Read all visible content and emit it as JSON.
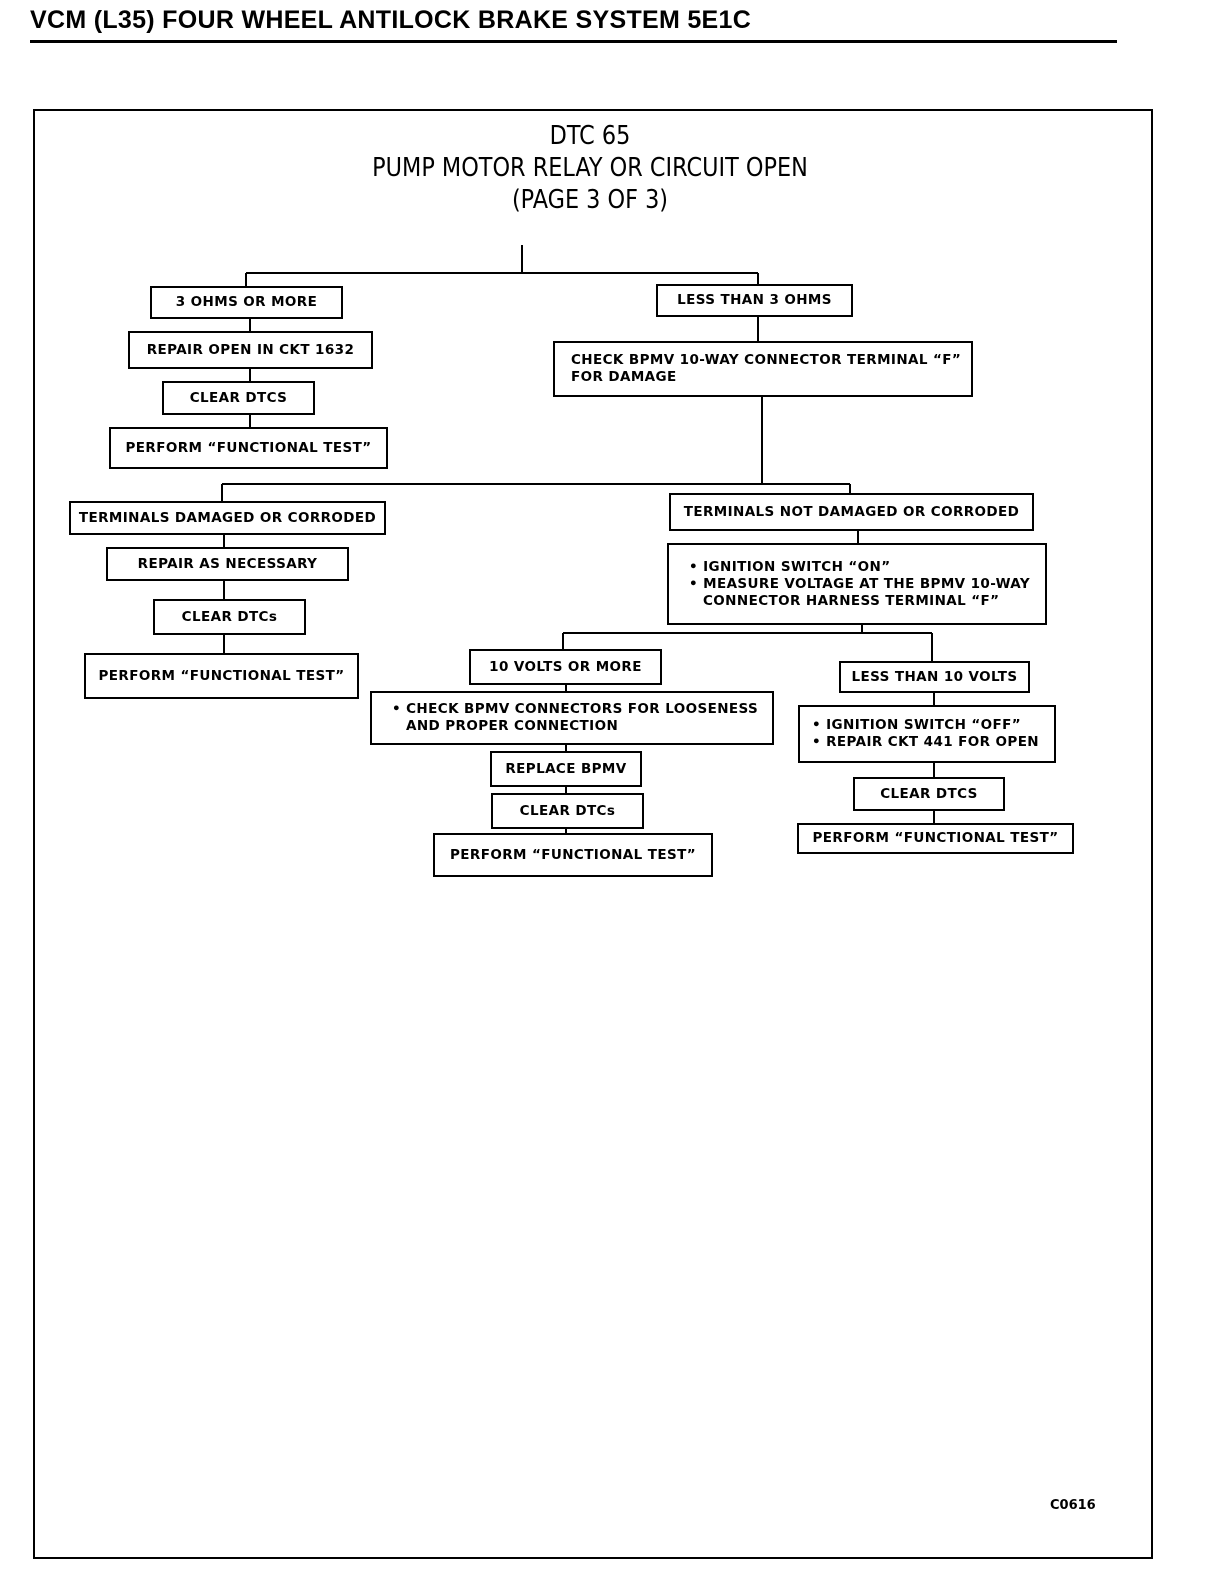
{
  "header": {
    "title": "VCM (L35) FOUR WHEEL ANTILOCK BRAKE SYSTEM 5E1C"
  },
  "diagram": {
    "title_lines": [
      "DTC 65",
      "PUMP MOTOR RELAY OR CIRCUIT OPEN",
      "(PAGE 3 OF 3)"
    ],
    "figure_code": "C0616"
  },
  "nodes": {
    "ohms_3_or_more": "3 OHMS OR MORE",
    "repair_ckt_1632": "REPAIR OPEN IN CKT 1632",
    "clear_dtcs_a": "CLEAR DTCS",
    "functional_test_a": "PERFORM “FUNCTIONAL TEST”",
    "less_than_3_ohms": "LESS THAN 3 OHMS",
    "check_terminal_f": [
      "CHECK BPMV 10-WAY CONNECTOR TERMINAL “F”",
      "FOR DAMAGE"
    ],
    "terminals_damaged": "TERMINALS DAMAGED OR CORRODED",
    "repair_as_necessary": "REPAIR AS NECESSARY",
    "clear_dtcs_b": "CLEAR DTCs",
    "functional_test_b": "PERFORM “FUNCTIONAL TEST”",
    "terminals_not_damaged": "TERMINALS NOT DAMAGED OR CORRODED",
    "ignition_measure": [
      "• IGNITION SWITCH “ON”",
      "• MEASURE VOLTAGE AT THE BPMV 10-WAY CONNECTOR HARNESS TERMINAL “F”"
    ],
    "volts_10_or_more": "10 VOLTS OR MORE",
    "check_connectors": [
      "• CHECK BPMV CONNECTORS FOR LOOSENESS AND PROPER CONNECTION"
    ],
    "replace_bpmv": "REPLACE BPMV",
    "clear_dtcs_c": "CLEAR DTCs",
    "functional_test_c": "PERFORM “FUNCTIONAL TEST”",
    "less_than_10_volts": "LESS THAN 10 VOLTS",
    "ignition_off_repair": [
      "• IGNITION SWITCH “OFF”",
      "• REPAIR CKT 441 FOR OPEN"
    ],
    "clear_dtcs_d": "CLEAR DTCS",
    "functional_test_d": "PERFORM “FUNCTIONAL TEST”"
  }
}
